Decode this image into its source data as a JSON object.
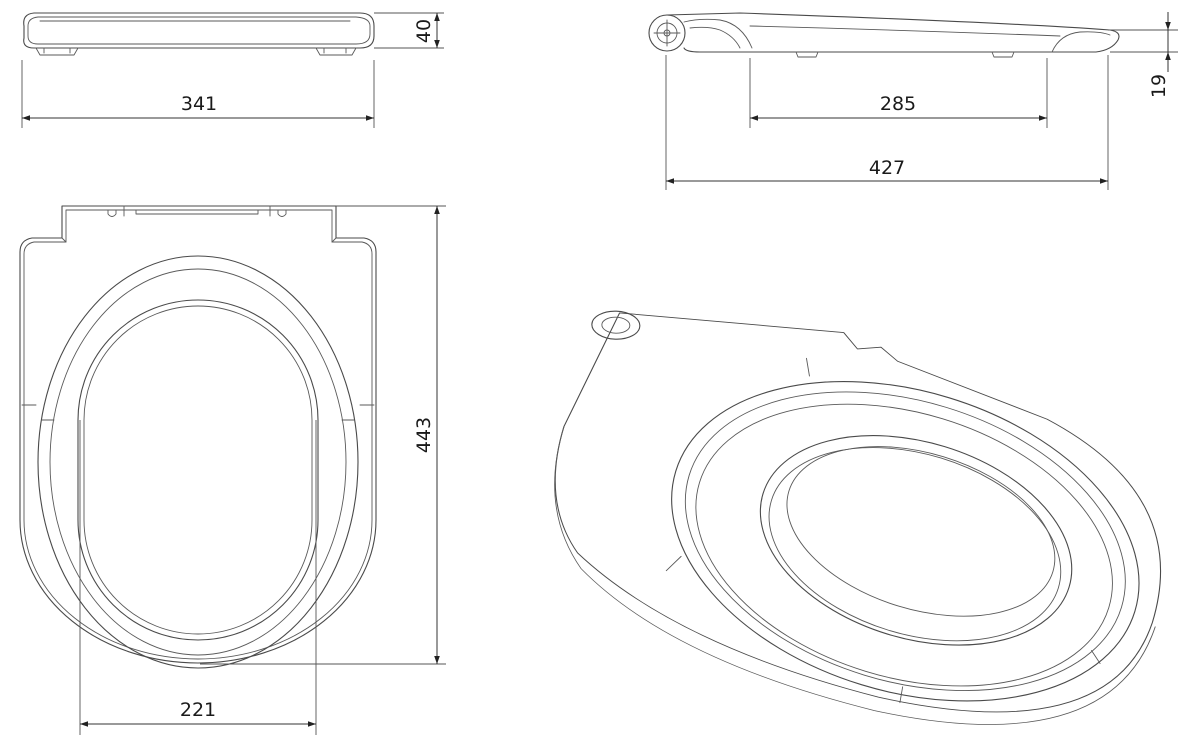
{
  "dimensions": {
    "side_view_height": "40",
    "side_view_width": "341",
    "profile_pitch": "285",
    "profile_length": "427",
    "profile_thickness": "19",
    "top_view_length": "443",
    "opening_width": "221"
  }
}
